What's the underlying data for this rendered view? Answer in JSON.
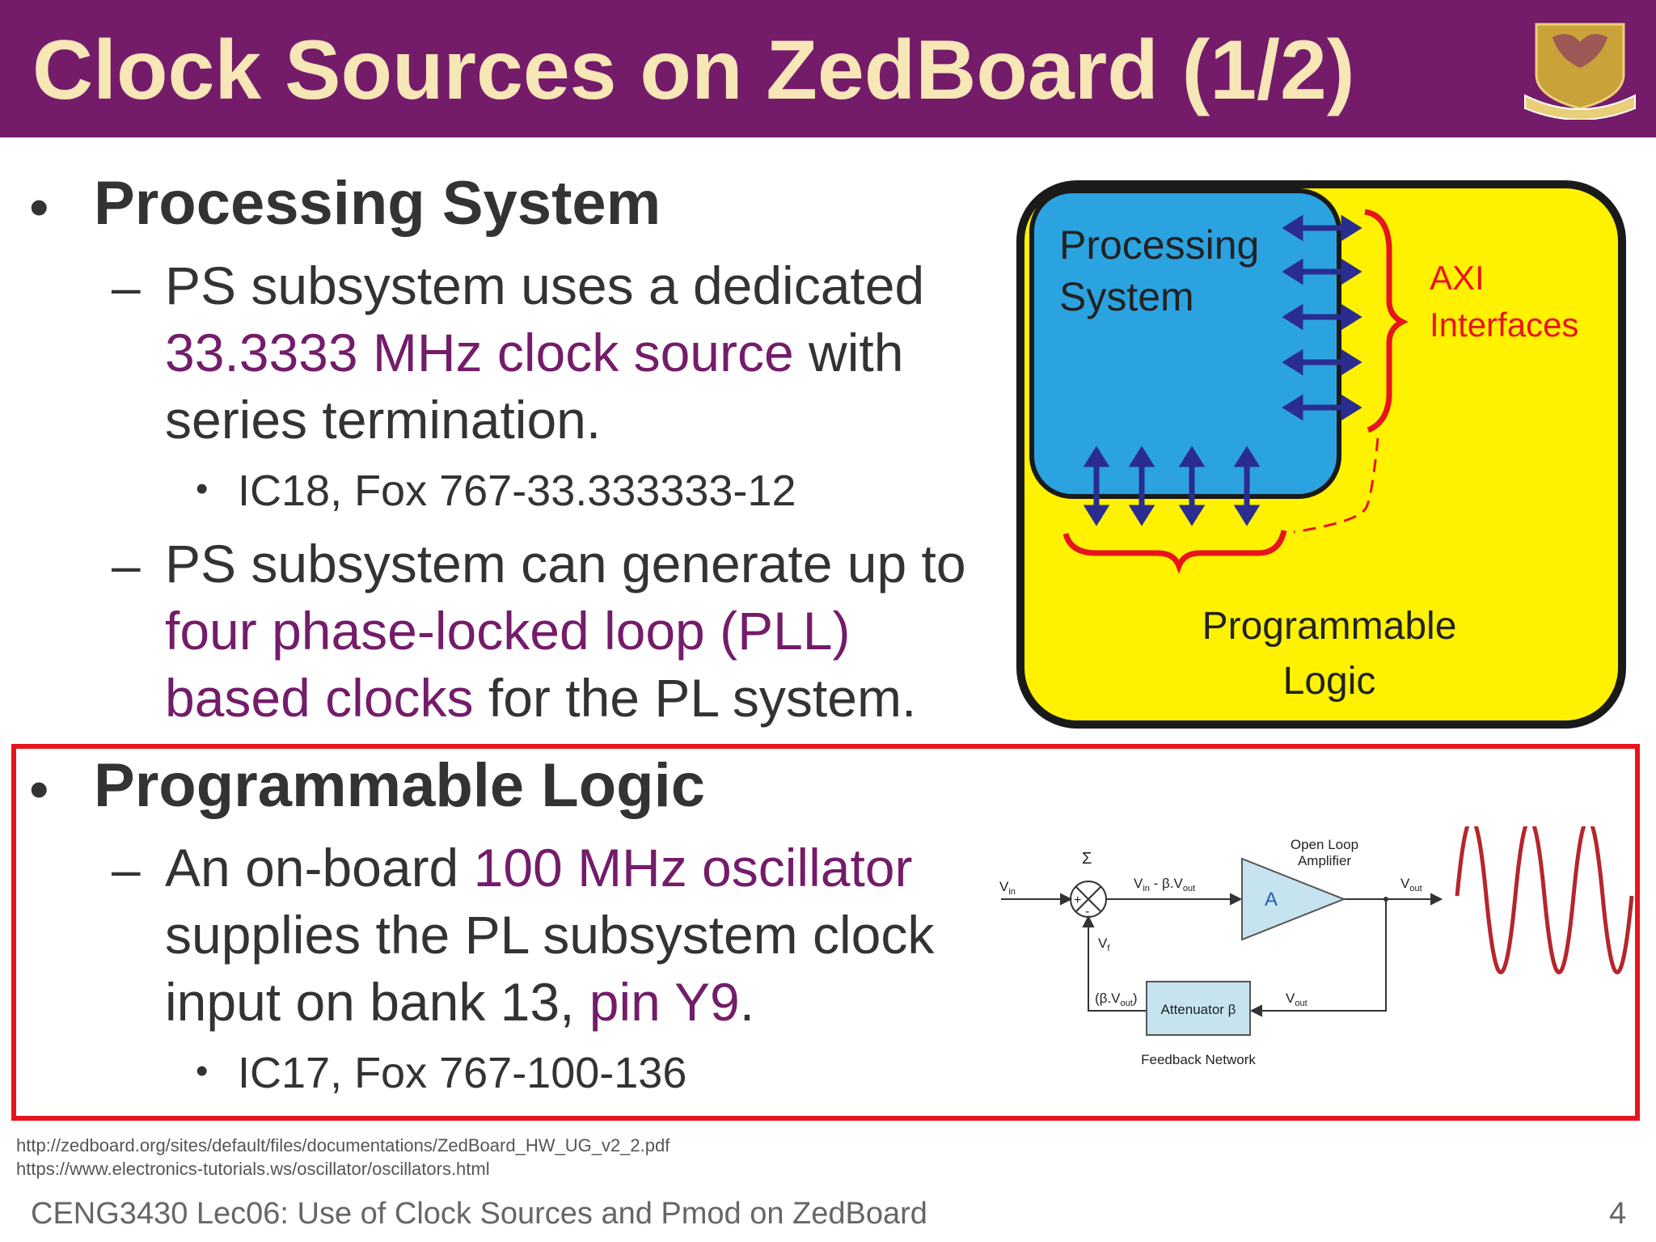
{
  "slide": {
    "title": "Clock Sources on ZedBoard (1/2)",
    "page_number": "4",
    "footer": "CENG3430 Lec06: Use of Clock Sources and Pmod on ZedBoard",
    "references": [
      "http://zedboard.org/sites/default/files/documentations/ZedBoard_HW_UG_v2_2.pdf",
      "https://www.electronics-tutorials.ws/oscillator/oscillators.html"
    ]
  },
  "section1": {
    "heading": "Processing System",
    "point1": {
      "text_a": "PS subsystem uses a dedicated ",
      "highlight": "33.3333 MHz clock source",
      "text_b": " with series termination.",
      "sub": "IC18, Fox 767-33.333333-12"
    },
    "point2": {
      "text_a": "PS subsystem can generate up to ",
      "highlight": "four phase-locked loop (PLL) based clocks",
      "text_b": " for the PL system."
    }
  },
  "section2": {
    "heading": "Programmable Logic",
    "point1": {
      "text_a": "An on-board ",
      "highlight1": "100 MHz oscillator",
      "text_b": " supplies the PL subsystem clock input on bank 13",
      "text_c": ", ",
      "highlight2": "pin Y9",
      "text_d": ".",
      "sub": "IC17, Fox 767-100-136"
    }
  },
  "zynq_diagram": {
    "ps_label_1": "Processing",
    "ps_label_2": "System",
    "axi_label_1": "AXI",
    "axi_label_2": "Interfaces",
    "pl_label_1": "Programmable",
    "pl_label_2": "Logic",
    "colors": {
      "ps_fill": "#2ba3e0",
      "pl_fill": "#fff200",
      "arrow": "#2a2d8f",
      "brace": "#e8141c"
    }
  },
  "oscillator_diagram": {
    "sigma": "Σ",
    "vin": "V",
    "vin_sub": "in",
    "sum_out": "V",
    "sum_out_sub": "in",
    "sum_out_rest": " - β.V",
    "sum_out_sub2": "out",
    "amp_label_1": "Open Loop",
    "amp_label_2": "Amplifier",
    "amp_symbol": "A",
    "vout": "V",
    "vout_sub": "out",
    "vf": "V",
    "vf_sub": "f",
    "feedback_in": "(β.V",
    "feedback_in_sub": "out",
    "feedback_in_end": ")",
    "attenuator": "Attenuator β",
    "vout2": "V",
    "vout2_sub": "out",
    "feedback_network": "Feedback Network",
    "plus": "+",
    "minus": "-"
  }
}
